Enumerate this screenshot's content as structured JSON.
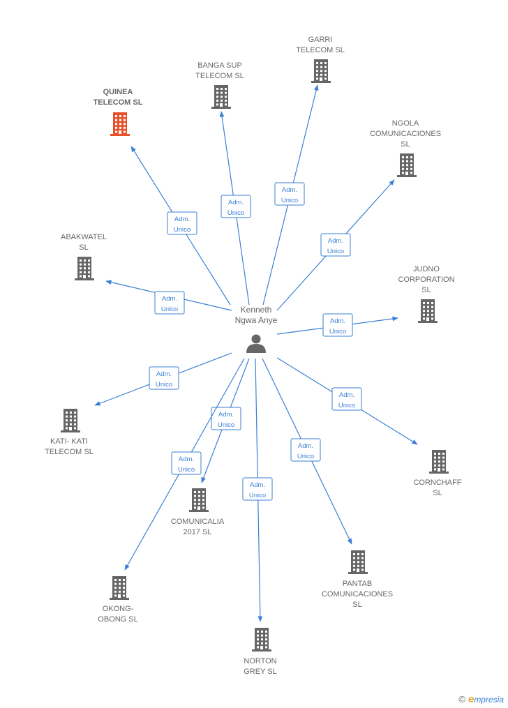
{
  "center": {
    "name_lines": [
      "Kenneth",
      "Ngwa Anye"
    ],
    "icon": "person-icon"
  },
  "edge_label_lines": [
    "Adm.",
    "Unico"
  ],
  "colors": {
    "edge": "#3a7fd5",
    "node": "#666666",
    "highlight": "#e8512a"
  },
  "companies": [
    {
      "id": "quinea",
      "lines": [
        "QUINEA",
        "TELECOM  SL"
      ],
      "highlight": true
    },
    {
      "id": "banga",
      "lines": [
        "BANGA SUP",
        "TELECOM  SL"
      ],
      "highlight": false
    },
    {
      "id": "garri",
      "lines": [
        "GARRI",
        "TELECOM  SL"
      ],
      "highlight": false
    },
    {
      "id": "ngola",
      "lines": [
        "NGOLA",
        "COMUNICACIONES",
        "SL"
      ],
      "highlight": false
    },
    {
      "id": "abakwatel",
      "lines": [
        "ABAKWATEL",
        "SL"
      ],
      "highlight": false
    },
    {
      "id": "judno",
      "lines": [
        "JUDNO",
        "CORPORATION",
        "SL"
      ],
      "highlight": false
    },
    {
      "id": "kati",
      "lines": [
        "KATI- KATI",
        "TELECOM  SL"
      ],
      "highlight": false
    },
    {
      "id": "cornchaff",
      "lines": [
        "CORNCHAFF",
        "SL"
      ],
      "highlight": false
    },
    {
      "id": "comunicalia",
      "lines": [
        "COMUNICALIA",
        "2017  SL"
      ],
      "highlight": false
    },
    {
      "id": "pantab",
      "lines": [
        "PANTAB",
        "COMUNICACIONES",
        "SL"
      ],
      "highlight": false
    },
    {
      "id": "okong",
      "lines": [
        "OKONG-",
        "OBONG  SL"
      ],
      "highlight": false
    },
    {
      "id": "norton",
      "lines": [
        "NORTON",
        "GREY  SL"
      ],
      "highlight": false
    }
  ],
  "footer": {
    "copyright": "©",
    "brand_first": "e",
    "brand_rest": "mpresia"
  }
}
